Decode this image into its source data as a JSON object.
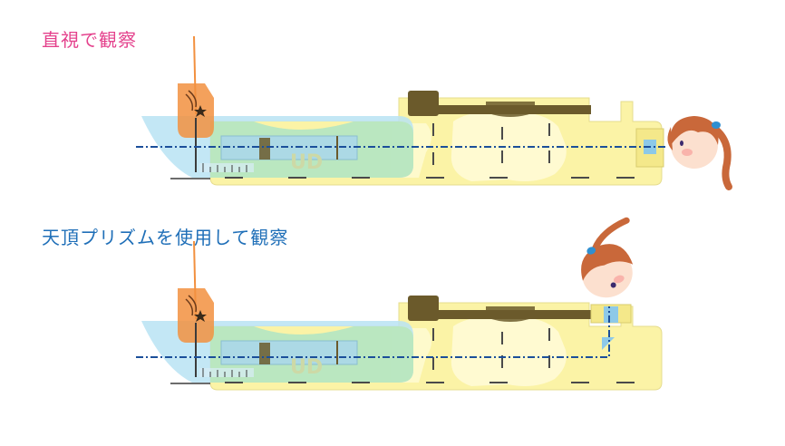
{
  "panels": [
    {
      "title": "直視で観察",
      "mode": "direct"
    },
    {
      "title": "天頂プリズムを使用して観察",
      "mode": "zenith-prism"
    }
  ],
  "device_label": "UD",
  "colors": {
    "title_direct": "#e4418c",
    "title_prism": "#1f6fb8",
    "body_yellow": "#fbf3a6",
    "water_blue": "#b9e3f3",
    "water_green": "#b9e6b8",
    "axis_line": "#1b4f9a",
    "orange": "#f2903f",
    "dark_brown": "#6b5a2b"
  }
}
